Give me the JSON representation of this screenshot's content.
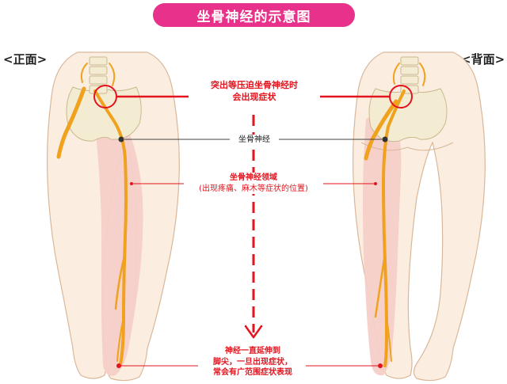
{
  "title": "坐骨神经的示意图",
  "labels": {
    "front": "<正面>",
    "back": "<背面>"
  },
  "annotations": {
    "compression_line1": "突出等压迫坐骨神经时",
    "compression_line2": "会出现症状",
    "nerve": "坐骨神经",
    "area_line1": "坐骨神经领域",
    "area_line2": "(出现疼痛、麻木等症状的位置)",
    "extend_line1": "神经一直延伸到",
    "extend_line2": "脚尖，一旦出现症状，",
    "extend_line3": "常会有广范围症状表现"
  },
  "colors": {
    "title_bg": "#e8318a",
    "accent_red": "#e3141e",
    "skin": "#fbeee0",
    "skin_outline": "#d9b79a",
    "nerve_area": "#f6cfc8",
    "nerve": "#f0a21e",
    "bone": "#f3ecd2"
  }
}
